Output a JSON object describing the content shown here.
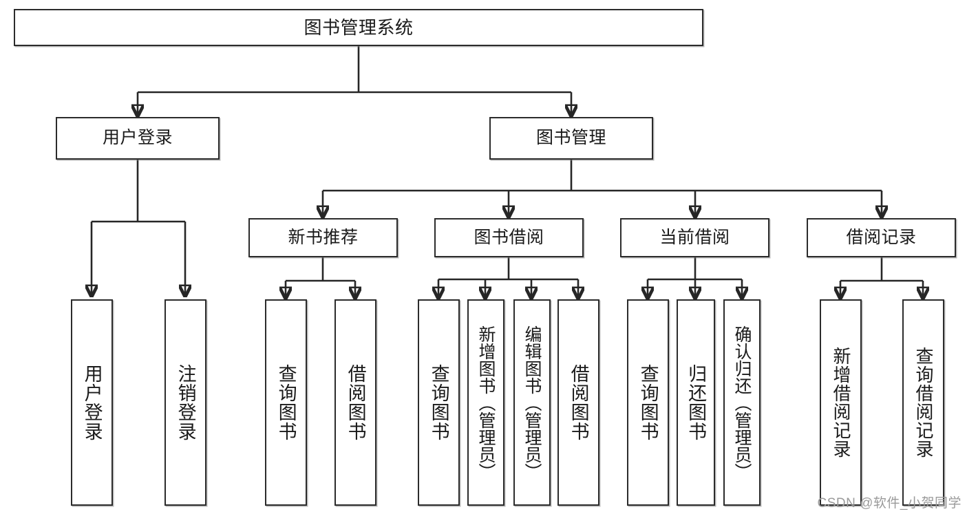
{
  "diagram": {
    "kind": "tree",
    "title": "图书管理系统",
    "watermark": "CSDN @软件_小贺同学",
    "colors": {
      "box_border": "#2b2b2b",
      "connector": "#262626",
      "background": "#ffffff",
      "text": "#1a1a1a",
      "watermark": "#9a9a9a"
    },
    "nodes": {
      "root": {
        "label": "图书管理系统"
      },
      "level2": [
        {
          "label": "用户登录"
        },
        {
          "label": "图书管理"
        }
      ],
      "level3": [
        {
          "label": "新书推荐"
        },
        {
          "label": "图书借阅"
        },
        {
          "label": "当前借阅"
        },
        {
          "label": "借阅记录"
        }
      ],
      "leaves": {
        "user_login": [
          {
            "label": "用户登录"
          },
          {
            "label": "注销登录"
          }
        ],
        "new_book": [
          {
            "label": "查询图书"
          },
          {
            "label": "借阅图书"
          }
        ],
        "book_borrow": [
          {
            "label": "查询图书"
          },
          {
            "label": "新增图书（管理员）"
          },
          {
            "label": "编辑图书（管理员）"
          },
          {
            "label": "借阅图书"
          }
        ],
        "current_borrow": [
          {
            "label": "查询图书"
          },
          {
            "label": "归还图书"
          },
          {
            "label": "确认归还（管理员）"
          }
        ],
        "borrow_record": [
          {
            "label": "新增借阅记录"
          },
          {
            "label": "查询借阅记录"
          }
        ]
      }
    }
  }
}
